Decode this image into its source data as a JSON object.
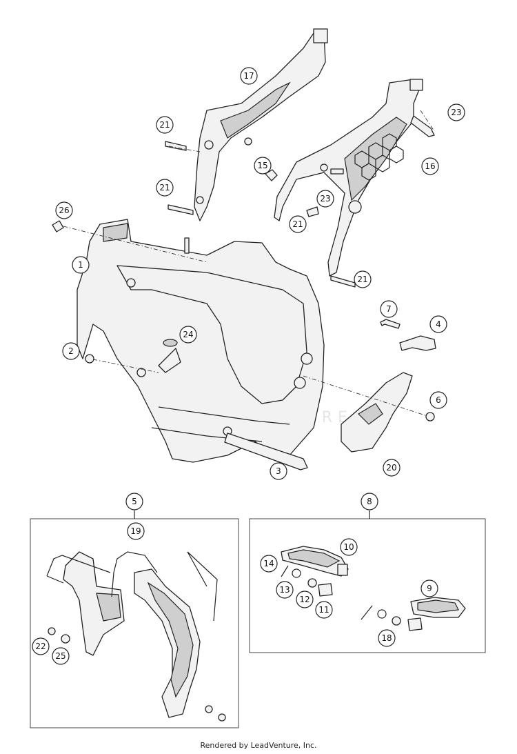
{
  "diagram": {
    "callouts": [
      "1",
      "2",
      "3",
      "4",
      "5",
      "6",
      "7",
      "8",
      "9",
      "10",
      "11",
      "12",
      "13",
      "14",
      "15",
      "16",
      "17",
      "18",
      "19",
      "20",
      "21",
      "21",
      "21",
      "21",
      "22",
      "23",
      "23",
      "24",
      "25",
      "26"
    ],
    "watermark": "LEADVENTURE",
    "credit": "Rendered by LeadVenture, Inc."
  }
}
